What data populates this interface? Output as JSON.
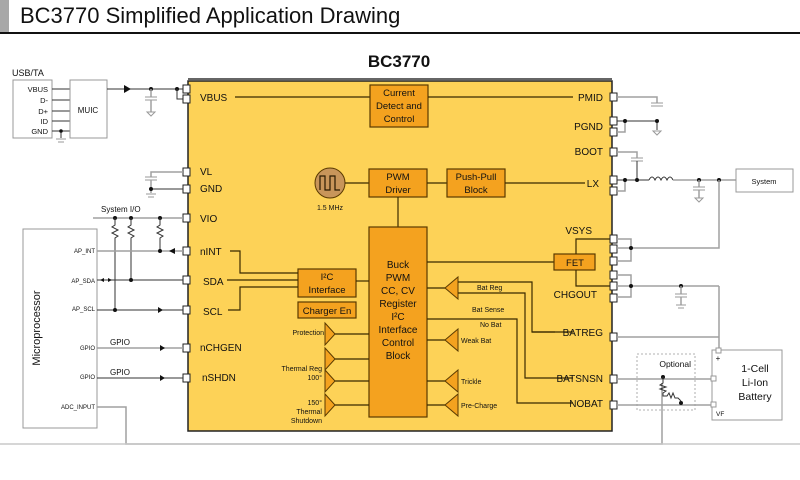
{
  "header": {
    "title": "BC3770 Simplified Application Drawing"
  },
  "chip": {
    "name": "BC3770",
    "fill_color": "#fdd257",
    "block_color": "#f4a21f",
    "left_pins": [
      "VBUS",
      "VL",
      "GND",
      "VIO",
      "nINT",
      "SDA",
      "SCL",
      "nCHGEN",
      "nSHDN"
    ],
    "right_pins": [
      "PMID",
      "PGND",
      "BOOT",
      "LX",
      "VSYS",
      "CHGOUT",
      "BATREG",
      "BATSNSN",
      "NOBAT"
    ],
    "blocks": {
      "current_detect": [
        "Current",
        "Detect and",
        "Control"
      ],
      "pwm_driver": [
        "PWM",
        "Driver"
      ],
      "push_pull": [
        "Push-Pull",
        "Block"
      ],
      "i2c_interface": [
        "I²C",
        "Interface"
      ],
      "charger_en": "Charger En",
      "fet": "FET",
      "control_block": [
        "Buck",
        "PWM",
        "CC, CV",
        "Register",
        "I²C",
        "Interface",
        "Control",
        "Block"
      ]
    },
    "oscillator_label": "1.5 MHz",
    "left_comparators": [
      "Protection",
      "",
      "Thermal Reg 100°",
      "150° Thermal Shutdown"
    ],
    "right_comparators": [
      "Weak Bat",
      "Trickle",
      "Pre-Charge"
    ],
    "signal_labels": {
      "bat_reg": "Bat Reg",
      "bat_sense": "Bat Sense",
      "no_bat": "No Bat"
    }
  },
  "external": {
    "usb": {
      "title": "USB/TA",
      "pins": [
        "VBUS",
        "D-",
        "D+",
        "ID",
        "GND"
      ]
    },
    "muic": "MUIC",
    "system_io": "System I/O",
    "microprocessor": {
      "title": "Microprocessor",
      "pins": [
        "AP_INT",
        "AP_SDA",
        "AP_SCL",
        "GPIO",
        "GPIO",
        "ADC_INPUT"
      ]
    },
    "gpio_labels": [
      "GPIO",
      "GPIO"
    ],
    "system_box": "System",
    "optional": "Optional",
    "battery": {
      "lines": [
        "1-Cell",
        "Li-Ion",
        "Battery"
      ],
      "plus": "+",
      "vf": "VF"
    }
  }
}
